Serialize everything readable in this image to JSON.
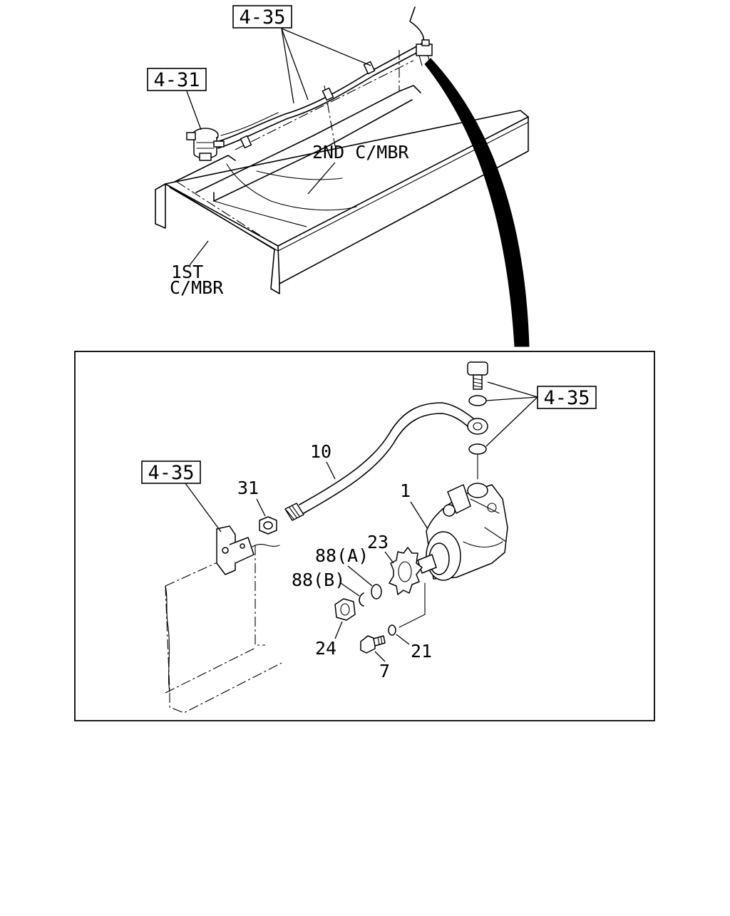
{
  "diagram": {
    "refs": {
      "top_4_35": "4-35",
      "top_4_31": "4-31",
      "detail_4_35_right": "4-35",
      "detail_4_35_left": "4-35"
    },
    "labels": {
      "second_crossmember": "2ND C/MBR",
      "first_crossmember_line1": "1ST",
      "first_crossmember_line2": "C/MBR"
    },
    "parts": {
      "p10": "10",
      "p31": "31",
      "p1": "1",
      "p88a": "88(A)",
      "p23": "23",
      "p88b": "88(B)",
      "p24": "24",
      "p21": "21",
      "p7": "7"
    }
  }
}
